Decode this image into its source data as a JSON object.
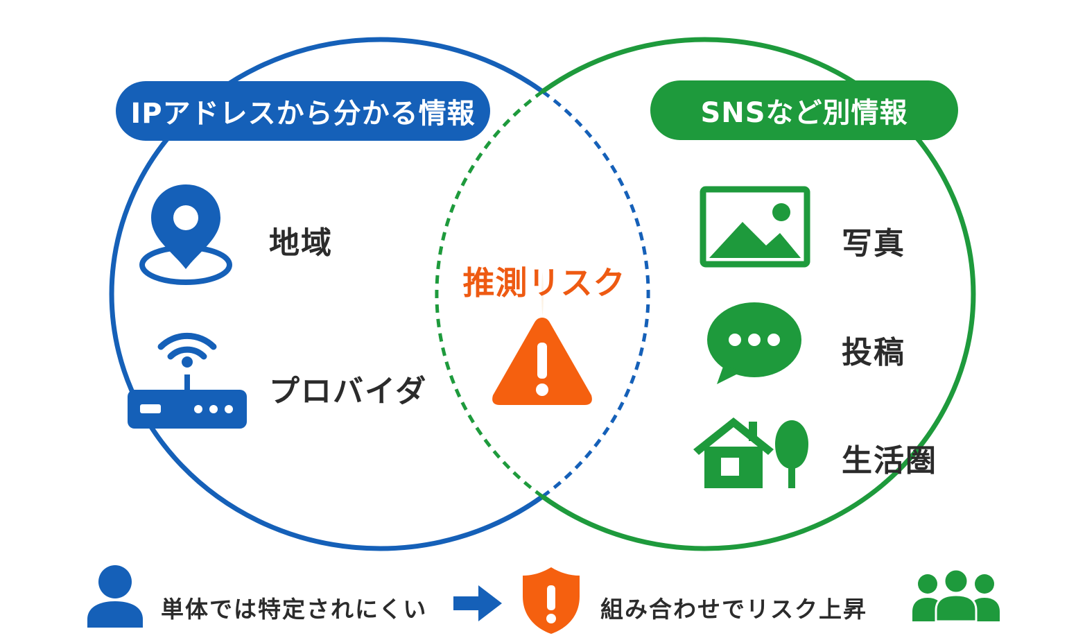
{
  "left_set": {
    "title": "IPアドレスから分かる情報",
    "items": [
      {
        "icon": "location-pin-icon",
        "label": "地域"
      },
      {
        "icon": "wifi-router-icon",
        "label": "プロバイダ"
      }
    ]
  },
  "right_set": {
    "title": "SNSなど別情報",
    "items": [
      {
        "icon": "image-icon",
        "label": "写真"
      },
      {
        "icon": "chat-bubble-icon",
        "label": "投稿"
      },
      {
        "icon": "house-tree-icon",
        "label": "生活圏"
      }
    ]
  },
  "intersection": {
    "label": "推測リスク",
    "icon": "warning-triangle-icon"
  },
  "bottom": {
    "left_text": "単体では特定されにくい",
    "right_text": "組み合わせでリスク上昇",
    "icons": [
      "person-icon",
      "arrow-right-icon",
      "shield-alert-icon",
      "group-icon"
    ]
  },
  "colors": {
    "blue": "#1560b8",
    "green": "#1e9a3c",
    "orange": "#f5600f",
    "intersection_fill": "#fdf3e6"
  }
}
